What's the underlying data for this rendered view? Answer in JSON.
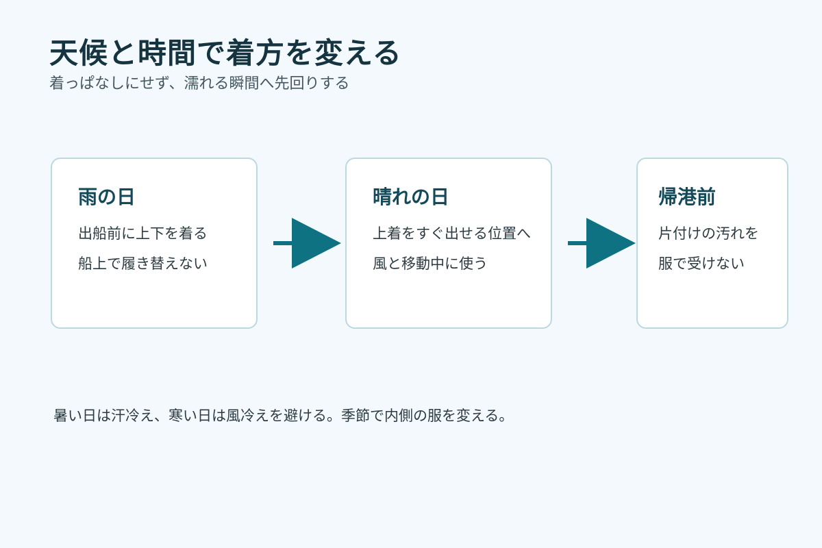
{
  "header": {
    "title": "天候と時間で着方を変える",
    "subtitle": "着っぱなしにせず、濡れる瞬間へ先回りする"
  },
  "steps": [
    {
      "title": "雨の日",
      "lines": [
        "出船前に上下を着る",
        "船上で履き替えない"
      ]
    },
    {
      "title": "晴れの日",
      "lines": [
        "上着をすぐ出せる位置へ",
        "風と移動中に使う"
      ]
    },
    {
      "title": "帰港前",
      "lines": [
        "片付けの汚れを",
        "服で受けない"
      ]
    }
  ],
  "footer": {
    "note": "暑い日は汗冷え、寒い日は風冷えを避ける。季節で内側の服を変える。"
  },
  "colors": {
    "background": "#f3f9fc",
    "accent": "#0e7282",
    "card_border": "#bcd8e0",
    "title": "#153440"
  }
}
